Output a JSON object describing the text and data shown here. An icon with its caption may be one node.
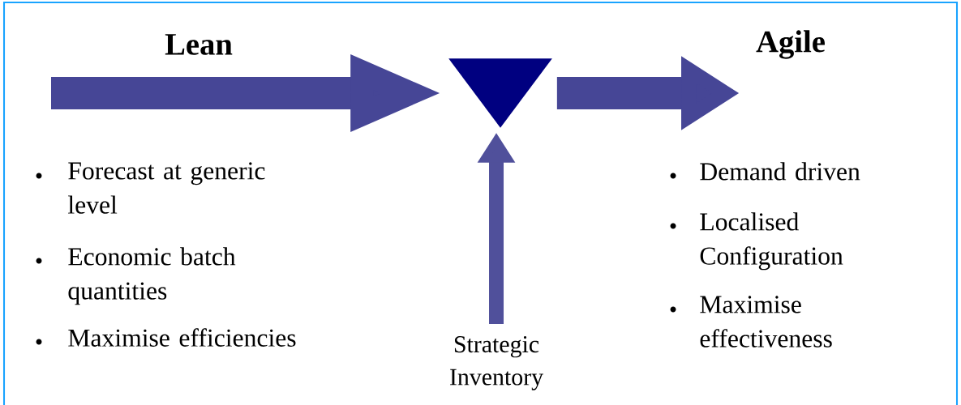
{
  "diagram": {
    "nodes": [
      {
        "text": [],
        "shape": "triangle"
      },
      {
        "text": [
          "Strategic Inventory"
        ]
      }
    ],
    "edges": [
      {
        "from": null,
        "to": 0,
        "arrow": "to",
        "label": "Lean"
      },
      {
        "from": 0,
        "to": null,
        "arrow": "to",
        "label": "Agile"
      },
      {
        "from": 1,
        "to": 0,
        "arrow": "to"
      }
    ],
    "labels": [
      "Forecast at generic level",
      "Economic batch quantities",
      "Maximise efficiencies",
      "Demand driven",
      "Localised Configuration",
      "Maximise effectiveness"
    ]
  }
}
